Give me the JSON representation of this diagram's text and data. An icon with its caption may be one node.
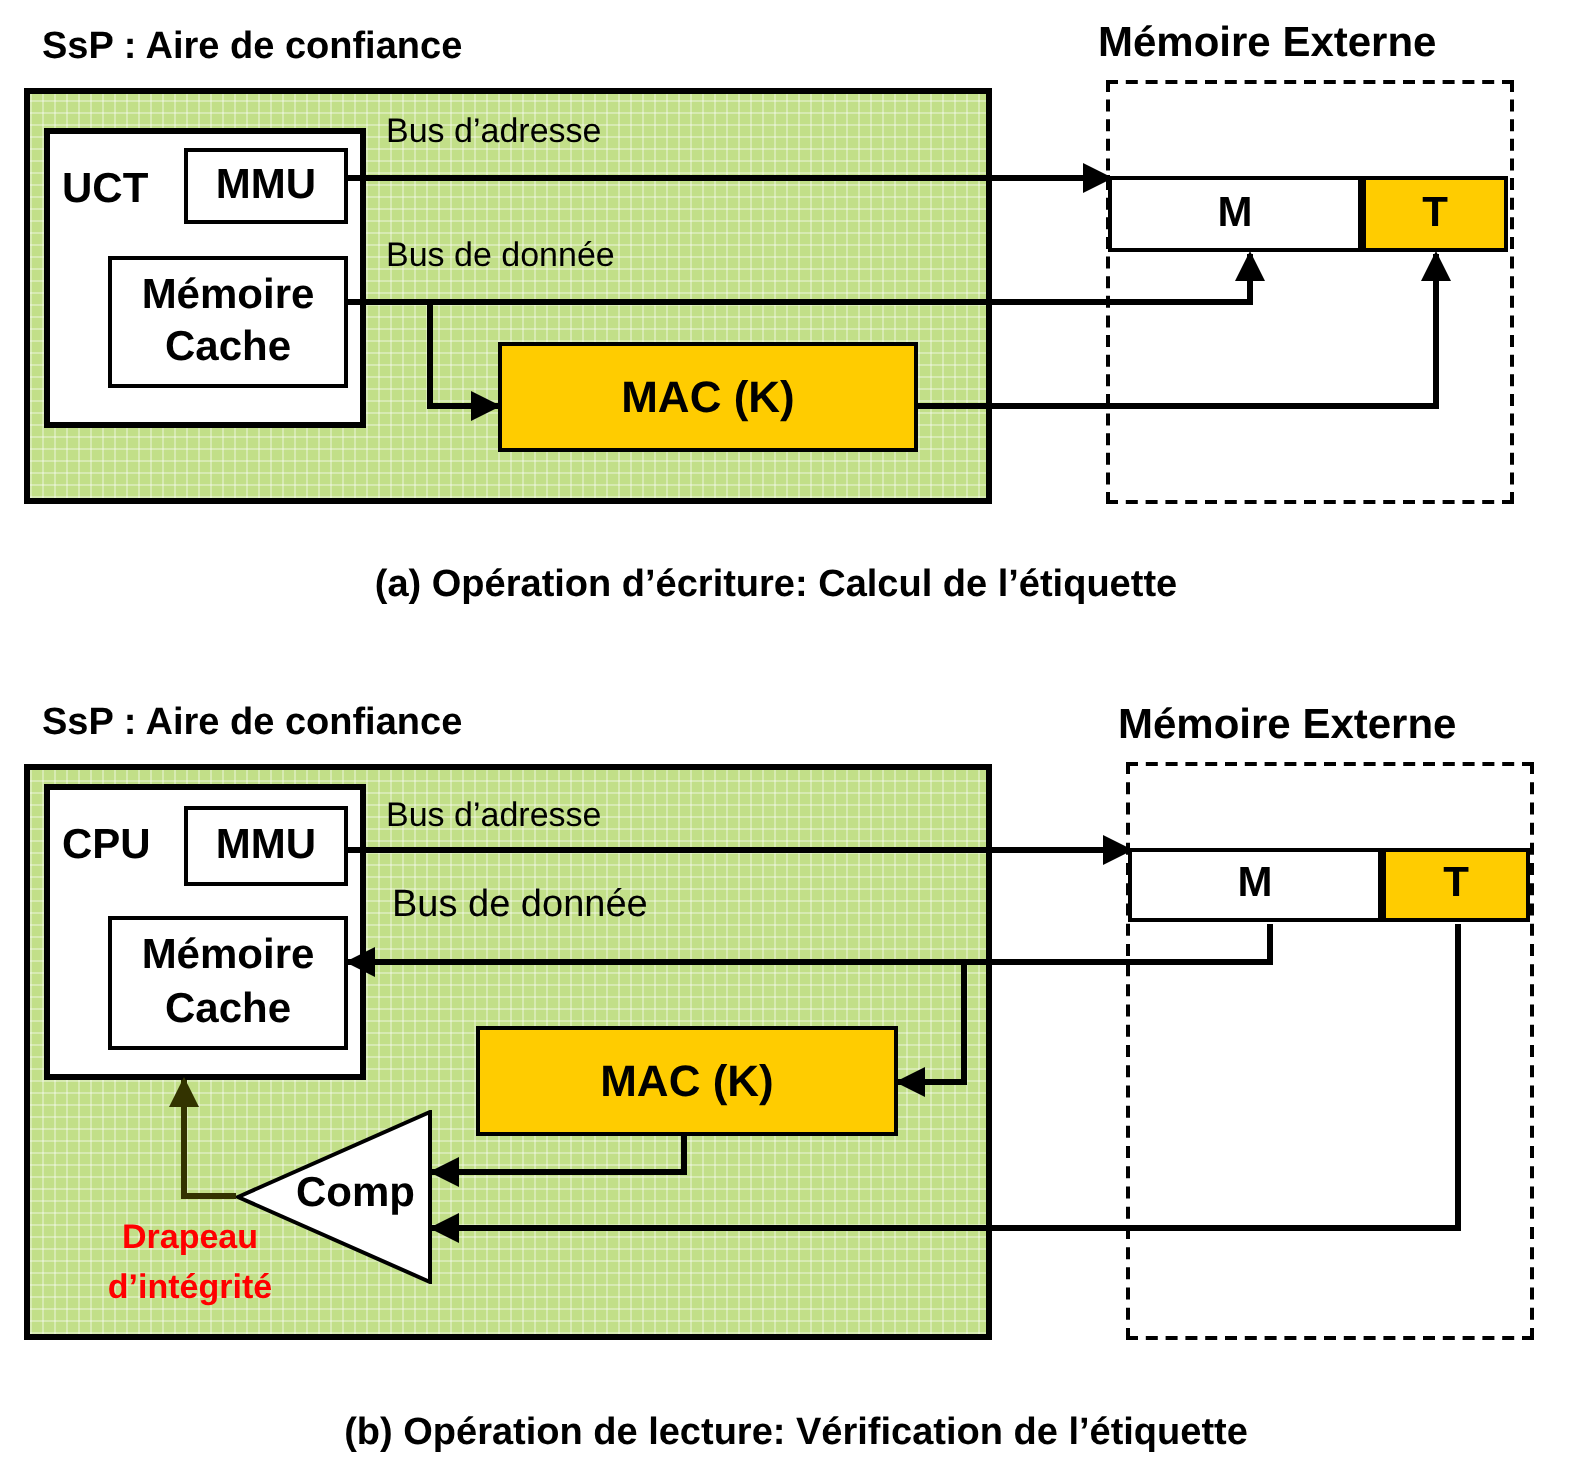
{
  "diagram": {
    "nodes": [
      {
        "text": [
          "SsP : Aire de confiance"
        ]
      },
      {
        "text": [
          "UCT"
        ],
        "in": 0
      },
      {
        "text": [
          "MMU"
        ],
        "in": 1
      },
      {
        "text": [
          "Mémoire Cache"
        ],
        "in": 1
      },
      {
        "text": [
          "MAC (K)"
        ],
        "in": 0
      },
      {
        "text": [
          "Mémoire Externe"
        ]
      },
      {
        "text": [
          "M"
        ],
        "in": 5
      },
      {
        "text": [
          "T"
        ],
        "in": 5
      },
      {
        "text": [
          "SsP : Aire de confiance"
        ]
      },
      {
        "text": [
          "CPU"
        ],
        "in": 8
      },
      {
        "text": [
          "MMU"
        ],
        "in": 9
      },
      {
        "text": [
          "Mémoire Cache"
        ],
        "in": 9
      },
      {
        "text": [
          "MAC (K)"
        ],
        "in": 8
      },
      {
        "text": [
          "Comp"
        ],
        "in": 8,
        "beside": [
          "Drapeau d’intégrité"
        ]
      },
      {
        "text": [
          "Mémoire Externe"
        ]
      },
      {
        "text": [
          "M"
        ],
        "in": 14
      },
      {
        "text": [
          "T"
        ],
        "in": 14
      }
    ],
    "edges": [
      {
        "from": 2,
        "to": 6,
        "arrow": "to",
        "label": "Bus d’adresse"
      },
      {
        "from": 3,
        "to": 6,
        "arrow": "to",
        "label": "Bus de donnée"
      },
      {
        "from": 3,
        "to": 4,
        "arrow": "to"
      },
      {
        "from": 4,
        "to": 7,
        "arrow": "to"
      },
      {
        "from": 10,
        "to": 15,
        "arrow": "to",
        "label": "Bus d’adresse"
      },
      {
        "from": 15,
        "to": 11,
        "arrow": "to",
        "label": "Bus de donnée"
      },
      {
        "from": 15,
        "to": 12,
        "arrow": "to"
      },
      {
        "from": 12,
        "to": 13,
        "arrow": "to"
      },
      {
        "from": 16,
        "to": 13,
        "arrow": "to"
      },
      {
        "from": 13,
        "to": 9,
        "arrow": "to",
        "color": "#333300"
      }
    ],
    "labels": [
      "(a) Opération d’écriture: Calcul de l’étiquette",
      "(b) Opération de lecture: Vérification de l’étiquette"
    ]
  }
}
